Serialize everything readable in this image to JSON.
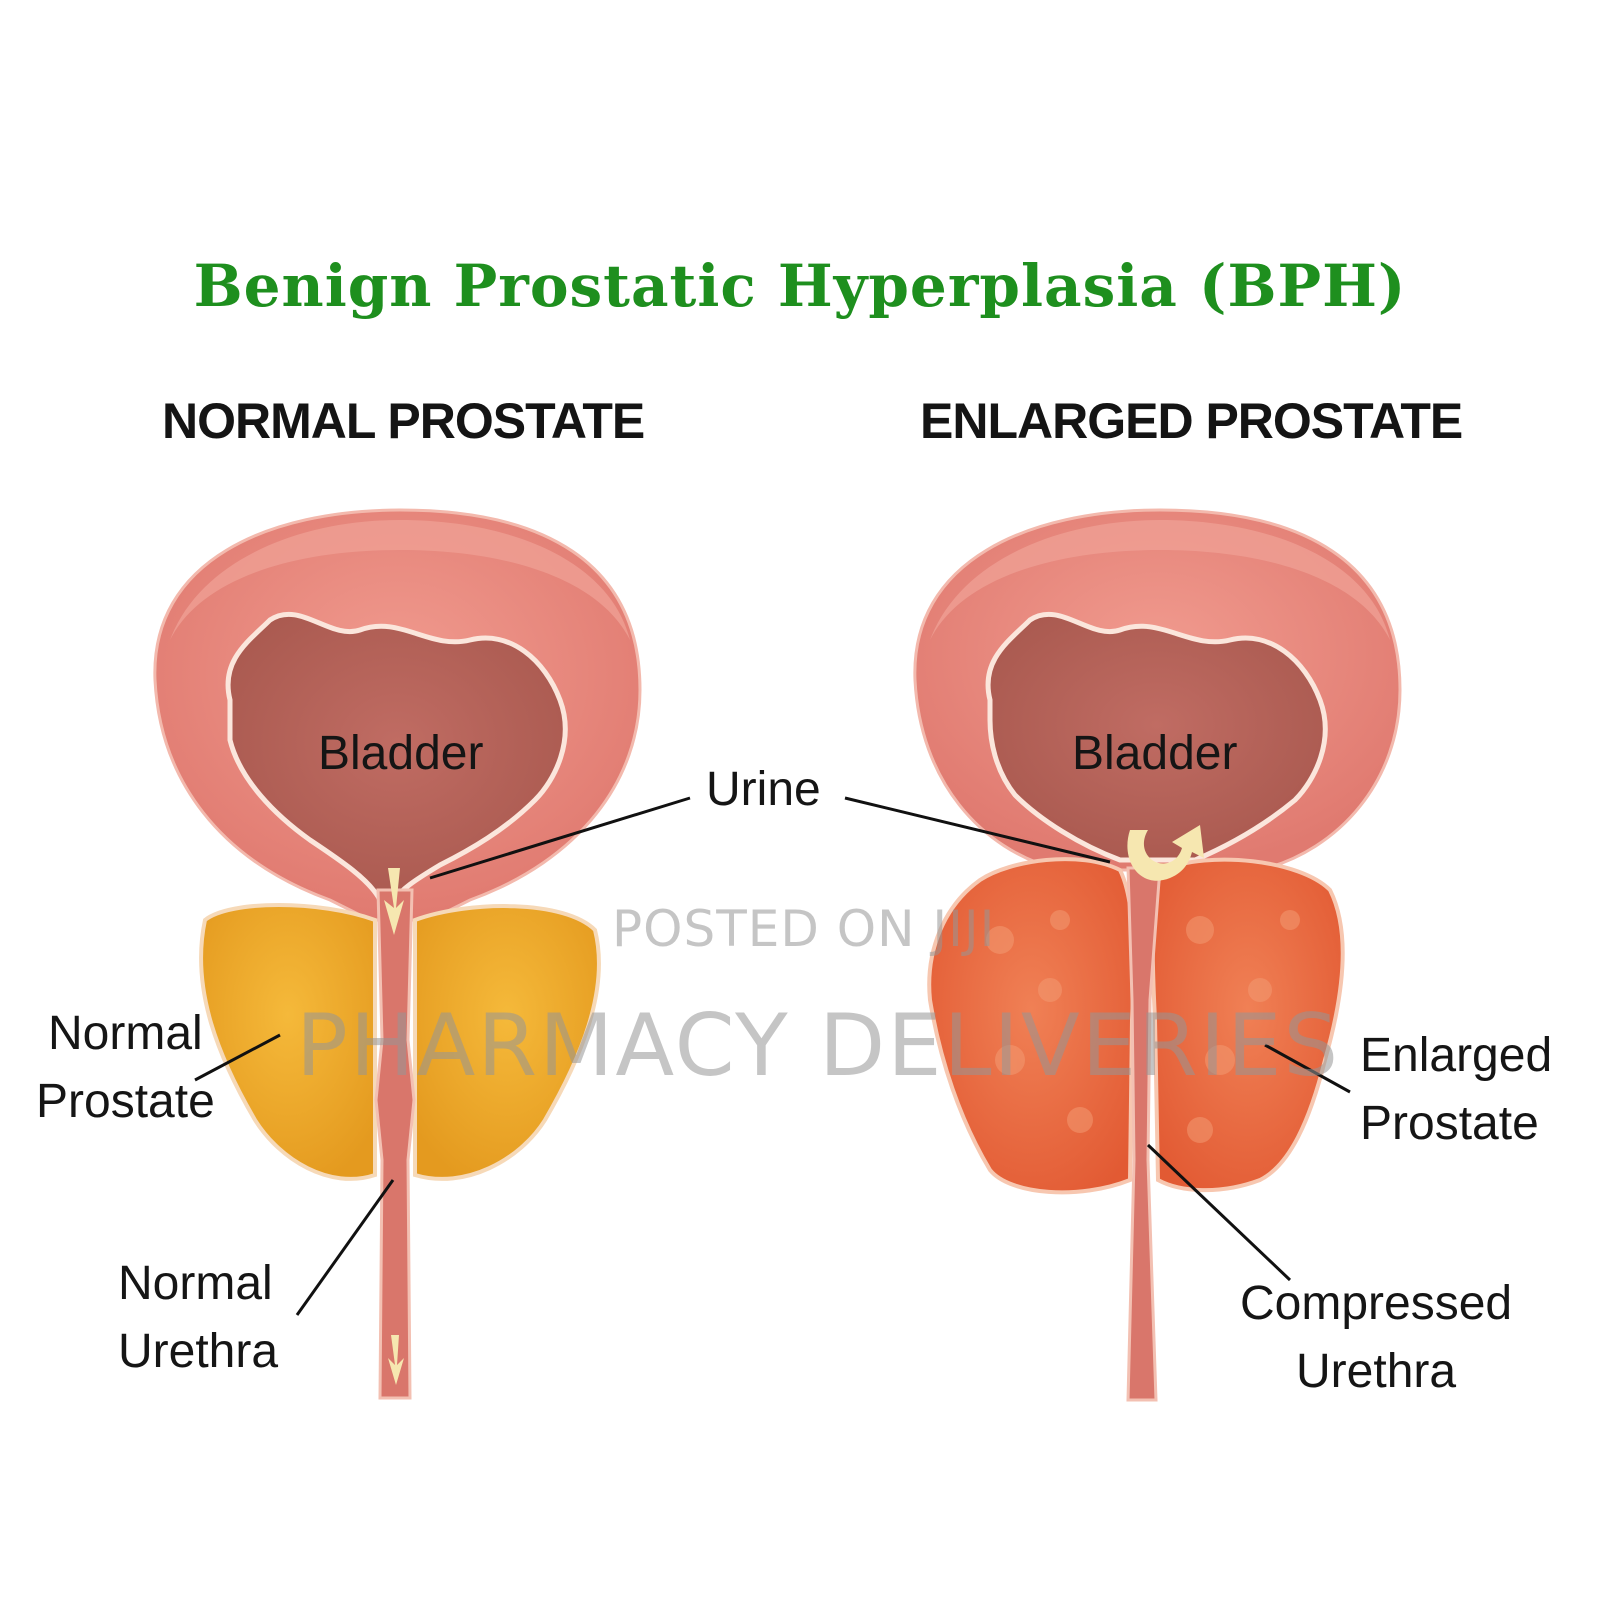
{
  "title": "Benign Prostatic Hyperplasia (BPH)",
  "panels": {
    "normal": {
      "heading": "NORMAL PROSTATE",
      "bladder_label": "Bladder",
      "prostate_label": [
        "Normal",
        "Prostate"
      ],
      "urethra_label": [
        "Normal",
        "Urethra"
      ]
    },
    "enlarged": {
      "heading": "ENLARGED PROSTATE",
      "bladder_label": "Bladder",
      "prostate_label": [
        "Enlarged",
        "Prostate"
      ],
      "urethra_label": [
        "Compressed",
        "Urethra"
      ]
    }
  },
  "shared_label": "Urine",
  "watermark": {
    "line1": "POSTED ON JIJI",
    "line2": "PHARMACY DELIVERIES"
  },
  "colors": {
    "title": "#1e8f1e",
    "bladder_outer": "#e9837a",
    "bladder_inner": "#b9655c",
    "normal_prostate": "#eeab2c",
    "enlarged_prostate": "#ea6a43",
    "urethra": "#d9766b",
    "urine_arrow": "#f6e7b0"
  }
}
